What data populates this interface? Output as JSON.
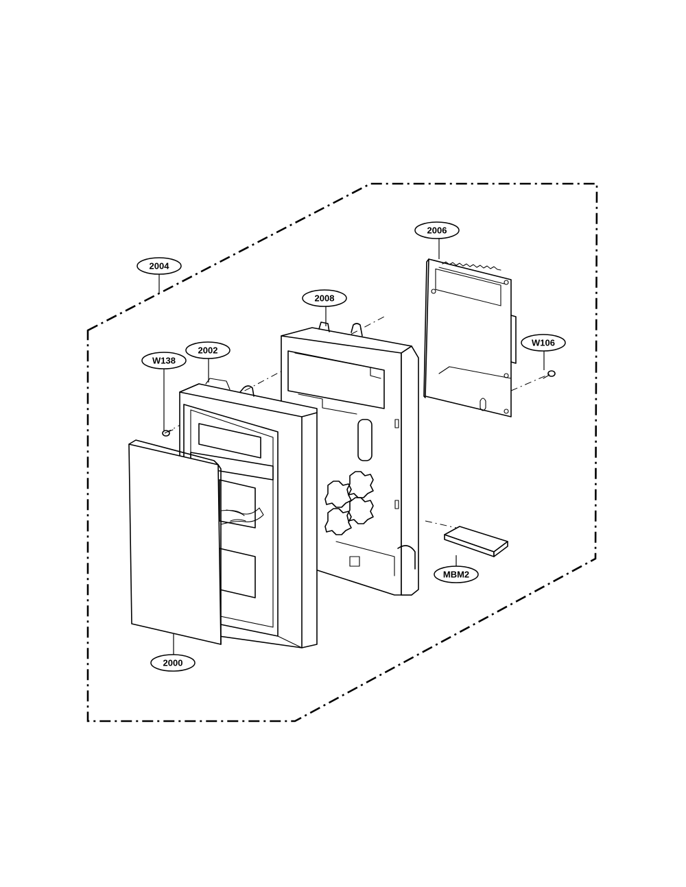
{
  "callouts": {
    "c2004": "2004",
    "c2006": "2006",
    "c2008": "2008",
    "c2002": "2002",
    "cW138": "W138",
    "cW106": "W106",
    "cMBM2": "MBM2",
    "c2000": "2000"
  }
}
